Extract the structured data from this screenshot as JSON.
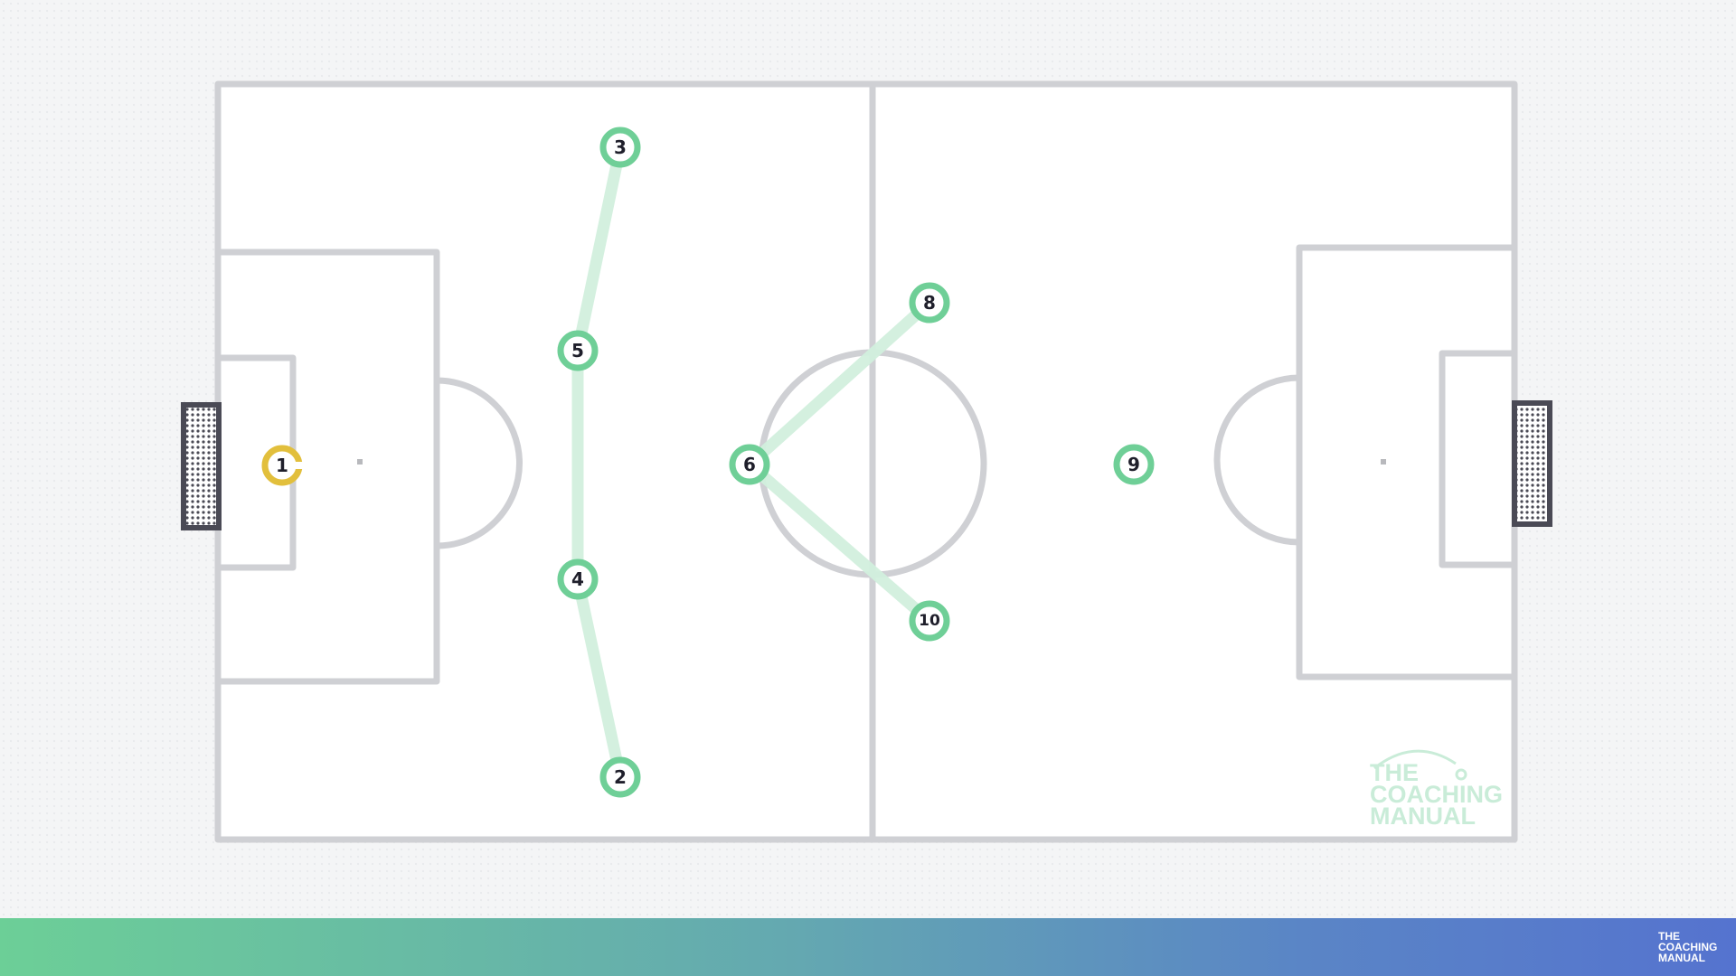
{
  "colors": {
    "pitch": "#ffffff",
    "lines": "#cfd0d4",
    "player_ring": "#6fcf97",
    "goalkeeper_ring": "#e2bf3c",
    "connections": "#d2f0de",
    "goal_frame": "#4a4a55"
  },
  "players": [
    {
      "number": "1",
      "role": "goalkeeper"
    },
    {
      "number": "2",
      "role": "outfield"
    },
    {
      "number": "3",
      "role": "outfield"
    },
    {
      "number": "4",
      "role": "outfield"
    },
    {
      "number": "5",
      "role": "outfield"
    },
    {
      "number": "6",
      "role": "outfield"
    },
    {
      "number": "8",
      "role": "outfield"
    },
    {
      "number": "9",
      "role": "outfield"
    },
    {
      "number": "10",
      "role": "outfield"
    }
  ],
  "connections": [
    [
      "3",
      "5"
    ],
    [
      "5",
      "4"
    ],
    [
      "4",
      "2"
    ],
    [
      "6",
      "8"
    ],
    [
      "6",
      "10"
    ]
  ],
  "watermark": {
    "line1": "THE",
    "line2": "COACHING",
    "line3": "MANUAL"
  },
  "footer_logo": {
    "line1": "THE",
    "line2": "COACHING",
    "line3": "MANUAL"
  }
}
